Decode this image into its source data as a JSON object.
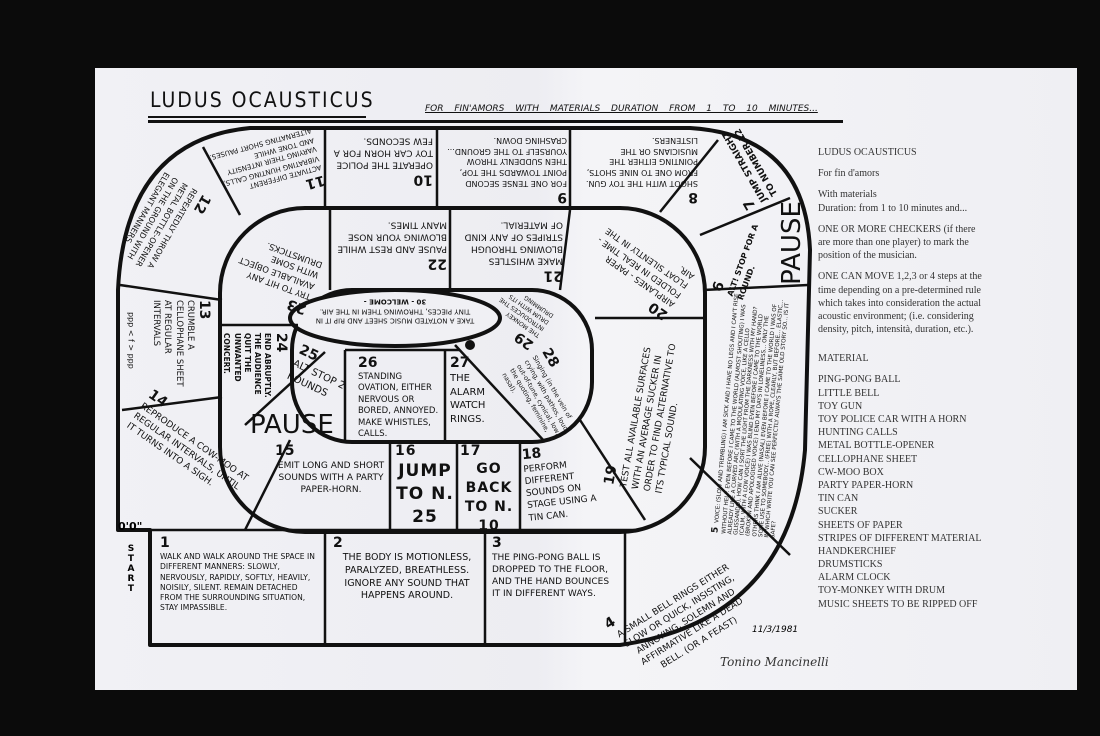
{
  "header": {
    "title": "LUDUS OCAUSTICUS",
    "subtitle": "FOR FIN'AMORS   WITH MATERIALS   DURATION FROM 1 TO 10 MINUTES..."
  },
  "start": {
    "time": "0'0\"",
    "label": "START"
  },
  "cells": {
    "c1": {
      "num": "1",
      "text": "Walk and walk around the space in different manners: slowly, nervously, rapidly, softly, heavily, noisily, silent. Remain detached from the surrounding situation, stay impassible."
    },
    "c2": {
      "num": "2",
      "text": "The body is motionless, paralyzed, breathless. Ignore any sound that happens around."
    },
    "c3": {
      "num": "3",
      "text": "The ping-pong ball is dropped to the floor, and the hand bounces it in different ways."
    },
    "c4": {
      "num": "4",
      "text": "A small bell rings either slow or quick, insisting, annoying, solemn and affirmative like a dead bell. (or a feast)"
    },
    "c5": {
      "num": "5",
      "text": "Voice: (slow and trembling) I am sick and I have no legs and I can't rise without help. Even before I came to the world (almost shouting) I was already like a curved arc (with a modulating voice, like a cello glissando), how can I sort the light from the darkness with my hand? (calm, with a low voice) I was blind even before I came to the world (broken and apologised voice) I end my days in loneliness... only the others think I am alive (nasal) even before I came to the world I was of some use to somebody... (free) with a rope, clearly, but before... elastic... in which write you can see perfectly always the same old story so... is it safe?"
    },
    "c6": {
      "num": "6",
      "text": "Alt! Stop for a round.",
      "pause": "PAUSE"
    },
    "c7": {
      "num": "7",
      "text": "Jump straight to number 12"
    },
    "c8": {
      "num": "8",
      "text": "Shoot with the toy gun. From one to nine shots, pointing either the musicians or the listeners."
    },
    "c9": {
      "num": "9",
      "text": "For one tense second point towards the top, then suddenly throw yourself to the ground... crashing down."
    },
    "c10": {
      "num": "10",
      "text": "Operate the police toy car horn for a few seconds."
    },
    "c11": {
      "num": "11",
      "text": "Activate different vibrating hunting calls, varying their intensity and tone while alternating short pauses."
    },
    "c12": {
      "num": "12",
      "text": "Repeatedly throw a metal bottle-opener on the ground with elegant manners."
    },
    "c13": {
      "num": "13",
      "text": "Crumble a cellophane sheet at regular intervals",
      "dynamics": "ppp < f > ppp"
    },
    "c14": {
      "num": "14",
      "text": "Reproduce a cow-moo at regular intervals, until it turns into a sigh."
    },
    "c15": {
      "num": "15",
      "text": "Emit long and short sounds with a party paper-horn."
    },
    "c16": {
      "num": "16",
      "text": "Jump to N. 25"
    },
    "c17": {
      "num": "17",
      "text": "Go back to N. 10"
    },
    "c18": {
      "num": "18",
      "text": "Perform different sounds on stage using a tin can."
    },
    "c19": {
      "num": "19",
      "text": "Test all available surfaces with an average sucker in order to find alternative to its typical sound."
    },
    "c20": {
      "num": "20",
      "text": "Airplanes - paper folded in real time - float silently in the air."
    },
    "c21": {
      "num": "21",
      "text": "Make whistles blowing through stripes of any kind of material."
    },
    "c22": {
      "num": "22",
      "text": "Pause and rest while blowing your nose many times."
    },
    "c23": {
      "num": "23",
      "text": "Try to hit any available object with some drumsticks."
    },
    "c24": {
      "num": "24",
      "text": "End abruptly. The audience quit the unwanted concert."
    },
    "c25": {
      "num": "25",
      "text": "Alt stop 2 rounds",
      "pause": "PAUSE"
    },
    "c26": {
      "num": "26",
      "text": "Standing ovation, either nervous or bored, annoyed. Make whistles, calls."
    },
    "c27": {
      "num": "27",
      "text": "The alarm watch rings."
    },
    "c28": {
      "num": "28",
      "text": "Singing (in the vein of crying, with pathos, loud, out-of-tune, cynical, low, the quoting, feminine, nasal)."
    },
    "c29": {
      "num": "29",
      "text": "The monkey introduces the drum with its drumming"
    },
    "c30": {
      "num": "30",
      "label": "- WELCOME -",
      "text": "Take a notated music sheet and rip it in tiny pieces, throwing them in the air."
    }
  },
  "footer": {
    "date": "11/3/1981",
    "signature": "Tonino Mancinelli"
  },
  "legend": {
    "title": "LUDUS OCAUSTICUS",
    "dedication": "For fin d'amors",
    "materials_line": "With materials",
    "duration": "Duration: from 1 to 10 minutes and...",
    "checkers": "ONE OR MORE CHECKERS (if there are more than one player) to mark the position of the musician.",
    "moves": "ONE CAN MOVE 1,2,3 or 4 steps at the time depending on a pre-determined rule which takes into consideration the actual acoustic environment; (i.e. considering density, pitch, intensità, duration, etc.).",
    "material_heading": "MATERIAL",
    "materials": [
      "PING-PONG BALL",
      "LITTLE BELL",
      "TOY GUN",
      "TOY POLICE CAR WITH A HORN",
      "HUNTING CALLS",
      "METAL BOTTLE-OPENER",
      "CELLOPHANE SHEET",
      "CW-MOO BOX",
      "PARTY PAPER-HORN",
      "TIN CAN",
      "SUCKER",
      "SHEETS OF PAPER",
      "STRIPES OF DIFFERENT MATERIAL",
      "HANDKERCHIEF",
      "DRUMSTICKS",
      "ALARM CLOCK",
      "TOY-MONKEY WITH DRUM",
      "MUSIC SHEETS TO BE RIPPED OFF"
    ]
  },
  "colors": {
    "ink": "#111111",
    "paper": "#f0f0f4",
    "background": "#0b0b0b"
  }
}
